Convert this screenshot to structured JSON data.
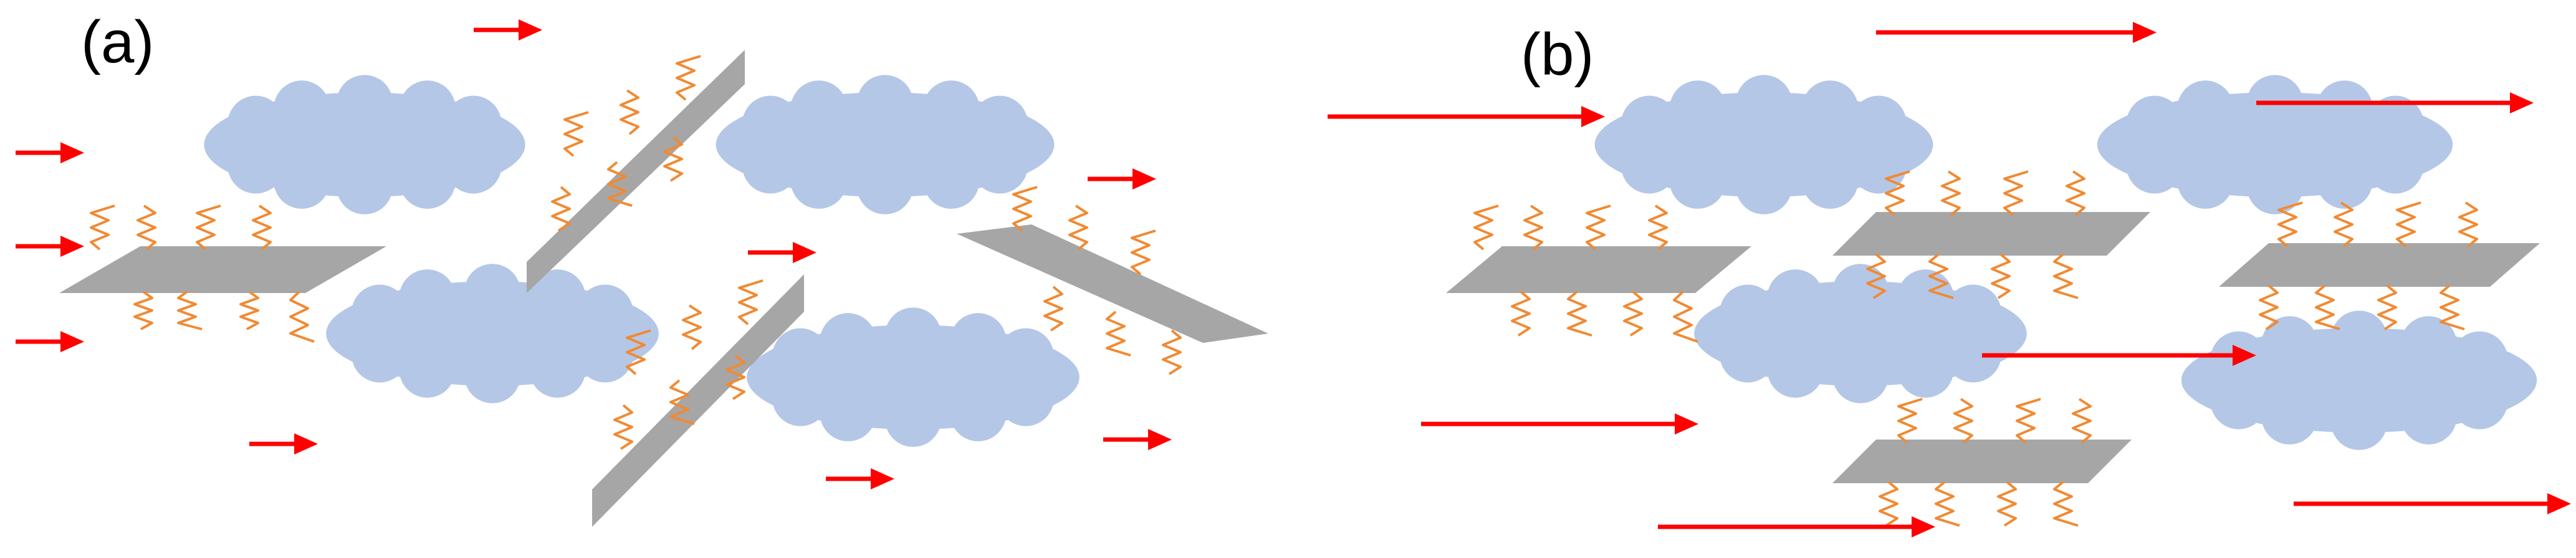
{
  "panels": [
    {
      "id": "a",
      "label": "(a)"
    },
    {
      "id": "b",
      "label": "(b)"
    }
  ],
  "colors": {
    "cloud": "#b4c7e7",
    "sheet": "#a6a6a6",
    "chain": "#f08a33",
    "arrow": "#ff0000",
    "label": "#000000"
  },
  "icons": {
    "cloud": "cloud-shape",
    "sheet": "platelet-sheet",
    "chain": "polymer-chain",
    "arrow": "flow-arrow"
  }
}
